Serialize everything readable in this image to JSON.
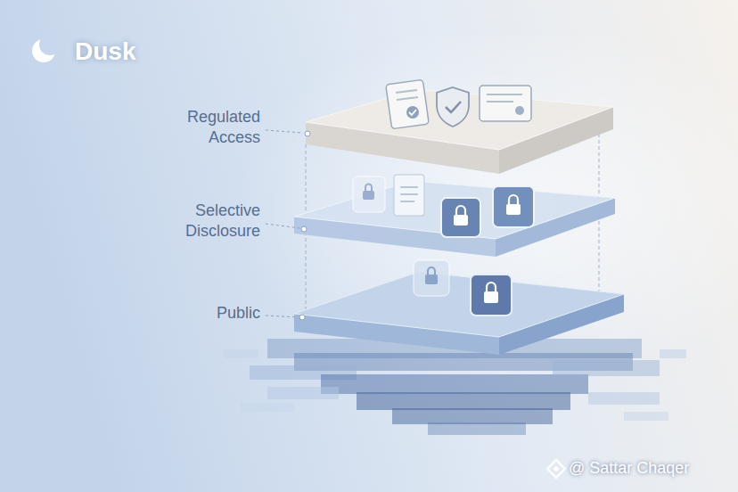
{
  "diagram": {
    "title": "Dusk",
    "labels": [
      "Regulated Access",
      "Selective Disclosure",
      "Public",
      "@ Sattar Chaqer"
    ]
  }
}
